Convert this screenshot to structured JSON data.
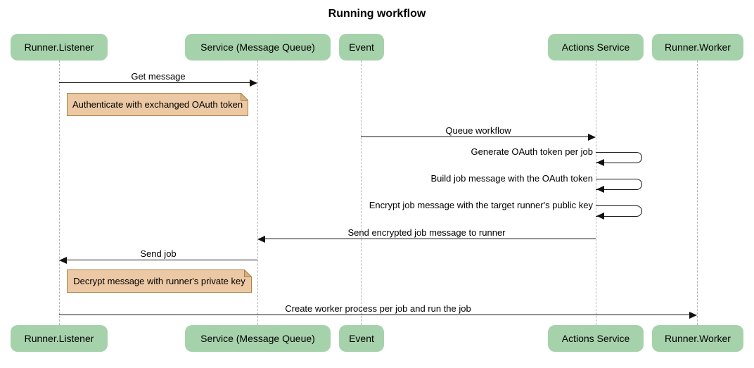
{
  "title": "Running workflow",
  "diagram_type": "sequence-diagram",
  "actors": [
    {
      "label": "Runner.Listener"
    },
    {
      "label": "Service (Message Queue)"
    },
    {
      "label": "Event"
    },
    {
      "label": "Actions Service"
    },
    {
      "label": "Runner.Worker"
    }
  ],
  "messages": [
    {
      "label": "Get message",
      "from": "Runner.Listener",
      "to": "Service (Message Queue)",
      "kind": "arrow"
    },
    {
      "label": "Queue workflow",
      "from": "Event",
      "to": "Actions Service",
      "kind": "arrow"
    },
    {
      "label": "Generate OAuth token per job",
      "from": "Actions Service",
      "to": "Actions Service",
      "kind": "self-loop"
    },
    {
      "label": "Build job message with the OAuth token",
      "from": "Actions Service",
      "to": "Actions Service",
      "kind": "self-loop"
    },
    {
      "label": "Encrypt job message with the target runner's public key",
      "from": "Actions Service",
      "to": "Actions Service",
      "kind": "self-loop"
    },
    {
      "label": "Send encrypted job message to runner",
      "from": "Actions Service",
      "to": "Service (Message Queue)",
      "kind": "arrow"
    },
    {
      "label": "Send job",
      "from": "Service (Message Queue)",
      "to": "Runner.Listener",
      "kind": "arrow"
    },
    {
      "label": "Create worker process per job and run the job",
      "from": "Runner.Listener",
      "to": "Runner.Worker",
      "kind": "arrow"
    }
  ],
  "notes": [
    {
      "text": "Authenticate with exchanged OAuth token",
      "over": "Runner.Listener"
    },
    {
      "text": "Decrypt message with runner's private key",
      "over": "Runner.Listener"
    }
  ],
  "colors": {
    "background": "#ffffff",
    "actor_fill": "#a6d2ab",
    "note_fill": "#ecc9a4",
    "note_fold": "#d9b183",
    "note_border": "#aa8144",
    "message_line": "#111111",
    "lifeline": "#b3b3b3",
    "text": "#000000"
  }
}
